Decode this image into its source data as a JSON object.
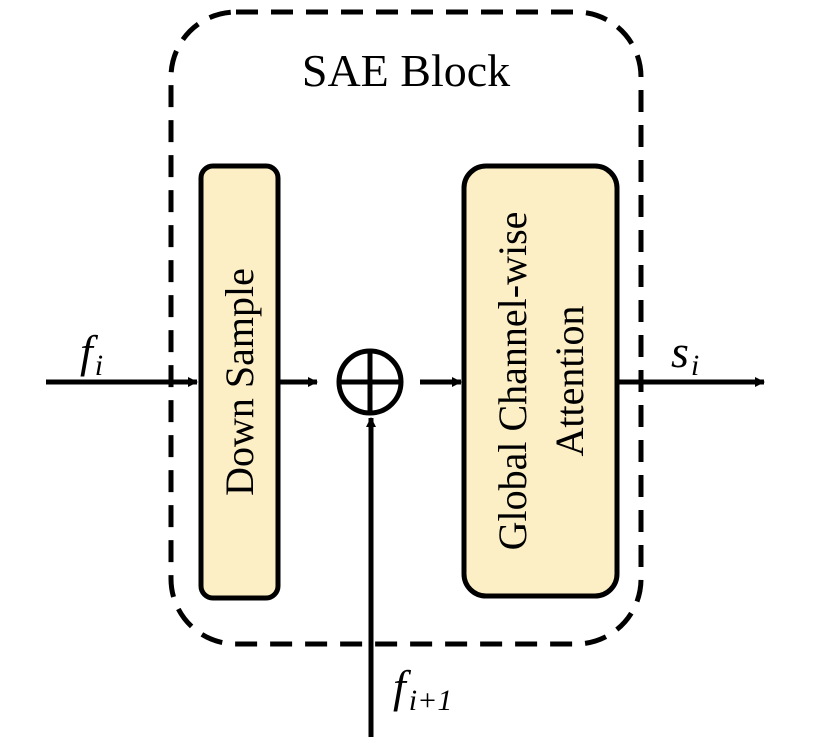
{
  "block": {
    "title": "SAE Block"
  },
  "modules": {
    "down_sample": "Down Sample",
    "attention_line1": "Global Channel-wise",
    "attention_line2": "Attention"
  },
  "signals": {
    "input_main": "f",
    "input_main_sub": "i",
    "input_next": "f",
    "input_next_sub": "i+1",
    "output": "s",
    "output_sub": "i"
  },
  "operator": {
    "symbol": "sum-operator"
  },
  "colors": {
    "module_fill": "#fcefc6",
    "stroke": "#000000",
    "background": "#ffffff"
  }
}
